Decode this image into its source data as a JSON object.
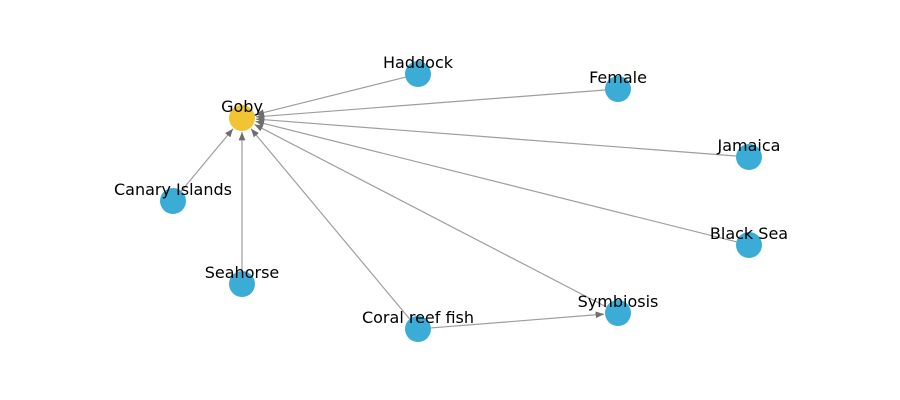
{
  "colors": {
    "node": "#3aacd6",
    "highlight": "#f0c432",
    "edge": "#9e9e9e",
    "label": "#000000"
  },
  "nodes": [
    {
      "id": "goby",
      "label": "Goby",
      "highlight": true
    },
    {
      "id": "haddock",
      "label": "Haddock"
    },
    {
      "id": "female",
      "label": "Female"
    },
    {
      "id": "jamaica",
      "label": "Jamaica"
    },
    {
      "id": "black-sea",
      "label": "Black Sea"
    },
    {
      "id": "symbiosis",
      "label": "Symbiosis"
    },
    {
      "id": "coral-reef-fish",
      "label": "Coral reef fish"
    },
    {
      "id": "seahorse",
      "label": "Seahorse"
    },
    {
      "id": "canary-islands",
      "label": "Canary Islands"
    }
  ],
  "edges": [
    {
      "source": "haddock",
      "target": "goby"
    },
    {
      "source": "female",
      "target": "goby"
    },
    {
      "source": "jamaica",
      "target": "goby"
    },
    {
      "source": "black-sea",
      "target": "goby"
    },
    {
      "source": "symbiosis",
      "target": "goby"
    },
    {
      "source": "coral-reef-fish",
      "target": "goby"
    },
    {
      "source": "seahorse",
      "target": "goby"
    },
    {
      "source": "canary-islands",
      "target": "goby"
    },
    {
      "source": "coral-reef-fish",
      "target": "symbiosis"
    }
  ]
}
